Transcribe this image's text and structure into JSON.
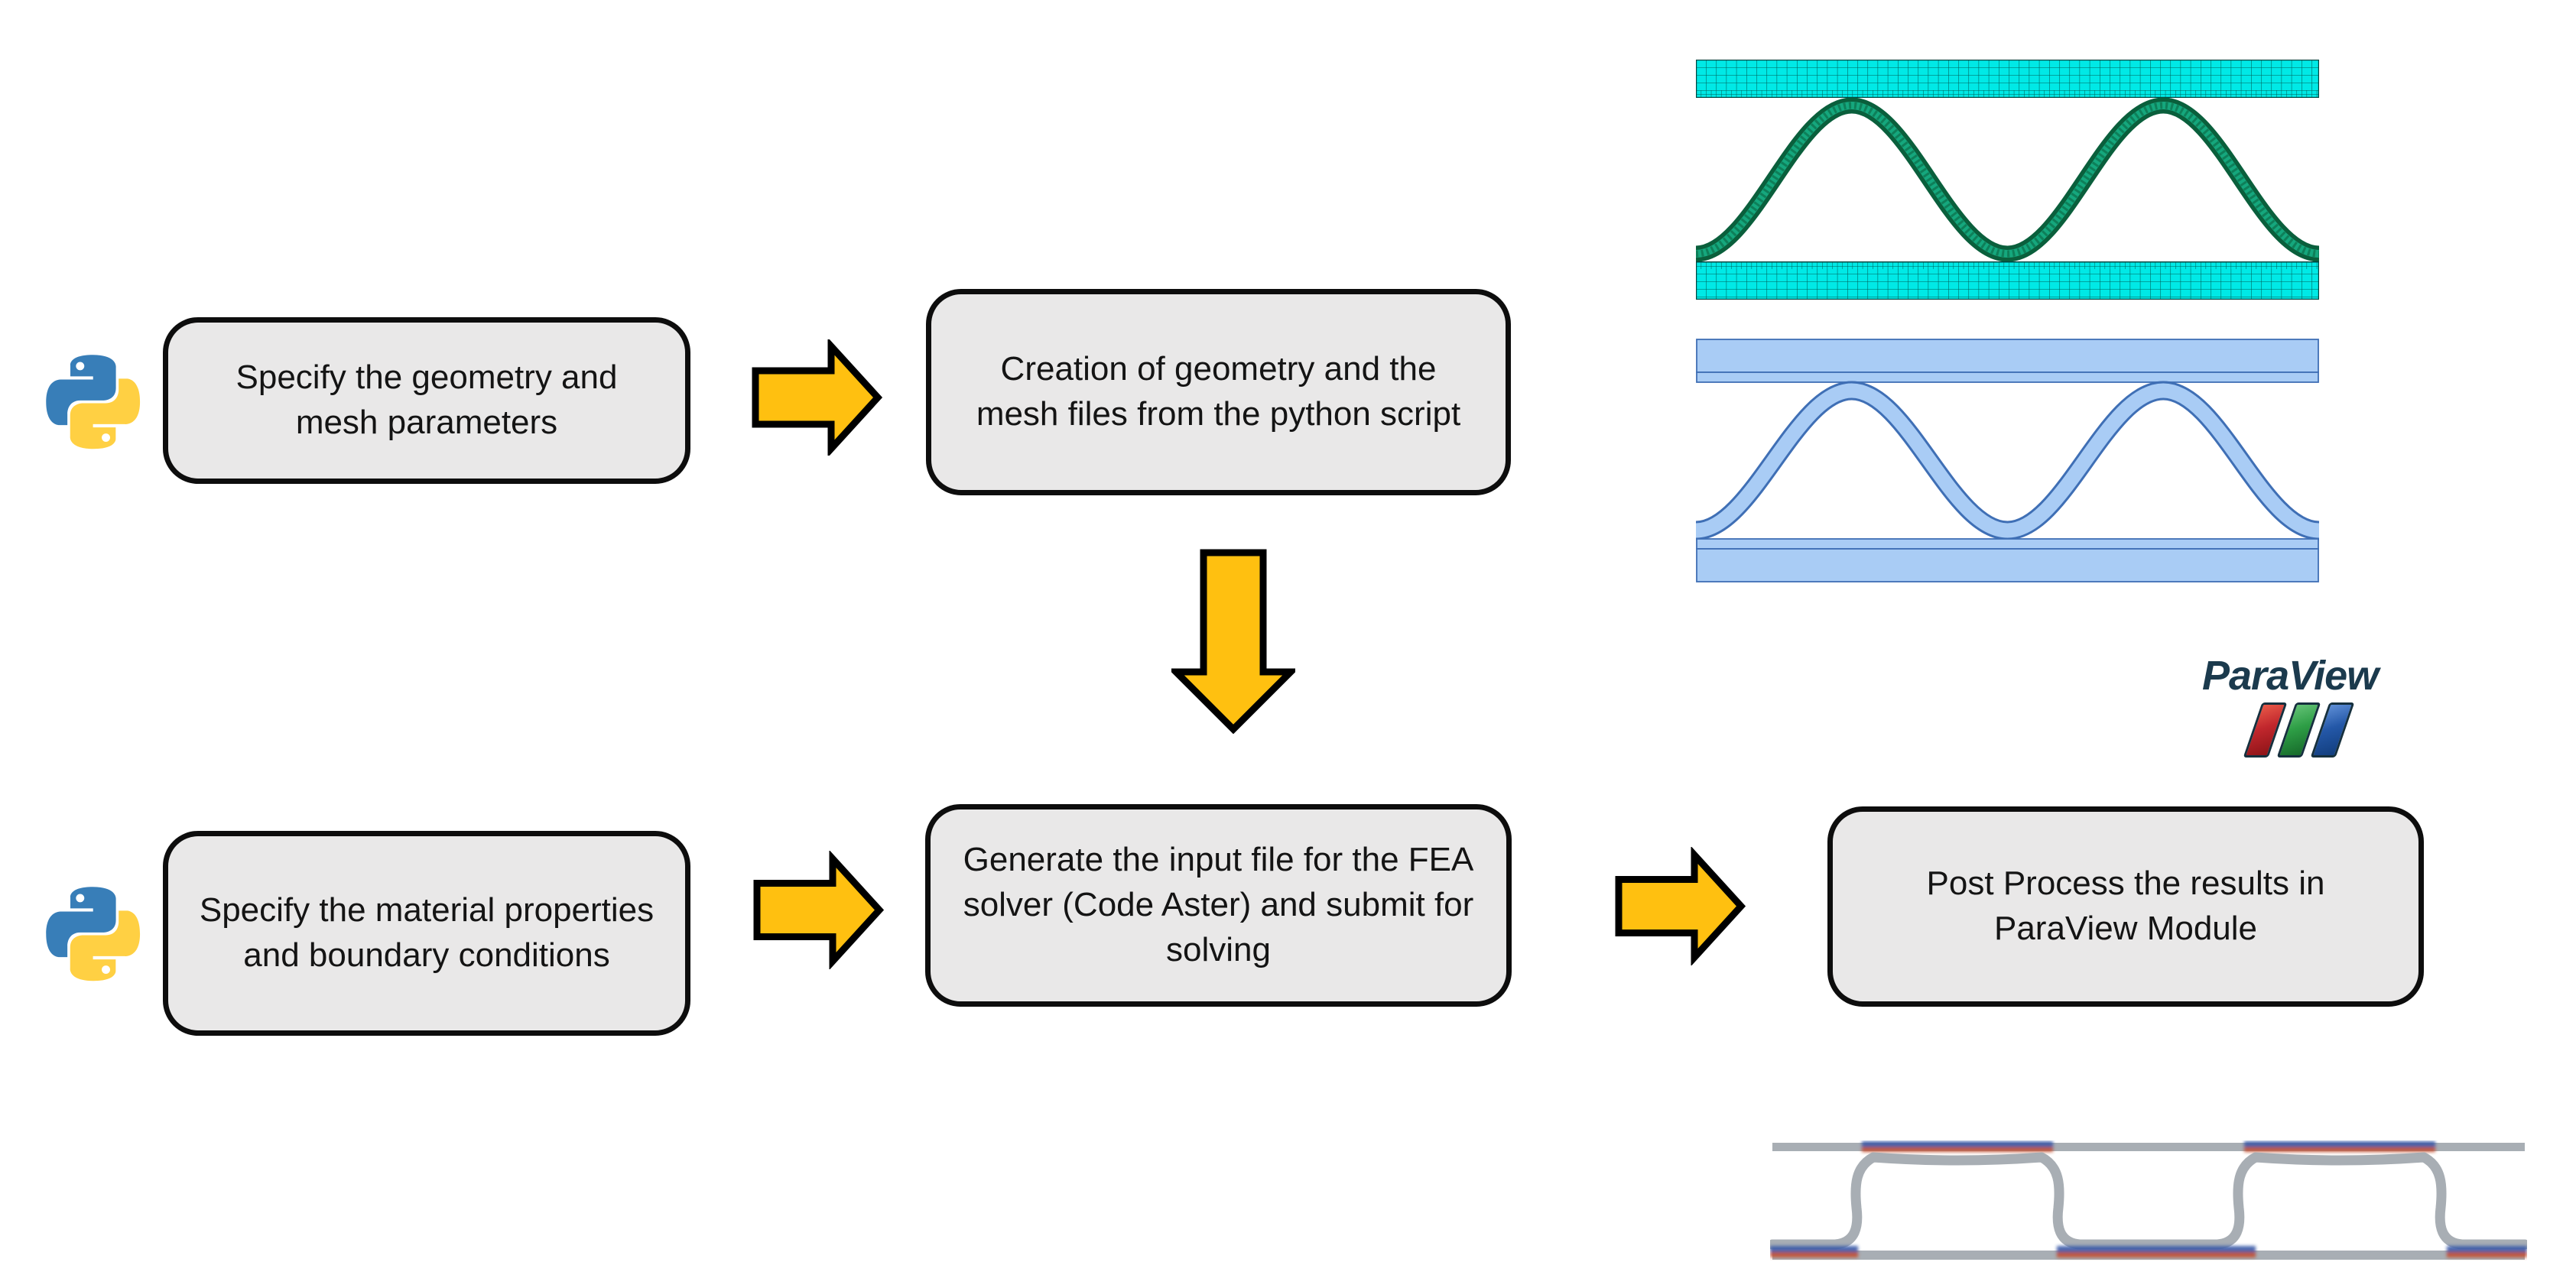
{
  "page": {
    "background": "#ffffff"
  },
  "flowchart": {
    "box_fill": "#E9E8E8",
    "box_border": "#0D0D0D",
    "arrow_fill": "#FFC010",
    "arrow_outline": "#000000",
    "steps": [
      {
        "id": "specify-geometry",
        "label": "Specify the geometry and mesh parameters"
      },
      {
        "id": "create-geometry-mesh",
        "label": "Creation of geometry and the mesh files from the python script"
      },
      {
        "id": "specify-material",
        "label": "Specify the material properties and boundary conditions"
      },
      {
        "id": "generate-input",
        "label": "Generate the input file for the FEA solver (Code Aster) and submit for solving"
      },
      {
        "id": "post-process",
        "label": "Post Process the results in ParaView Module"
      }
    ],
    "arrows": [
      {
        "name": "arrow-1",
        "direction": "right",
        "from": "specify-geometry",
        "to": "create-geometry-mesh"
      },
      {
        "name": "arrow-2",
        "direction": "down",
        "from": "create-geometry-mesh",
        "to": "generate-input"
      },
      {
        "name": "arrow-3",
        "direction": "right",
        "from": "specify-material",
        "to": "generate-input"
      },
      {
        "name": "arrow-4",
        "direction": "right",
        "from": "generate-input",
        "to": "post-process"
      }
    ]
  },
  "icons": {
    "python": {
      "name": "python-logo",
      "blue": "#387EB8",
      "yellow": "#FFD043"
    },
    "paraview": {
      "label": "ParaView",
      "text_color": "#1B3A4D",
      "bar_colors": [
        "#C1272D",
        "#2E9E46",
        "#2458A8"
      ]
    }
  },
  "figures": {
    "meshed_panel": {
      "name": "meshed-corrugated-sandwich-panel",
      "face_fill": "#00E9E6",
      "grid_line": "#005F57",
      "core_dark": "#0A5F3C",
      "core_light": "#15A77D"
    },
    "panel_geometry": {
      "name": "corrugated-sandwich-panel-geometry",
      "fill": "#A9CCF5",
      "line": "#3F6FB5"
    },
    "deformed_result": {
      "name": "deformed-panel-fea-result",
      "gray": "#A8AEB4",
      "stress_blue": "#3B5BA9",
      "stress_red": "#C4502E"
    }
  }
}
